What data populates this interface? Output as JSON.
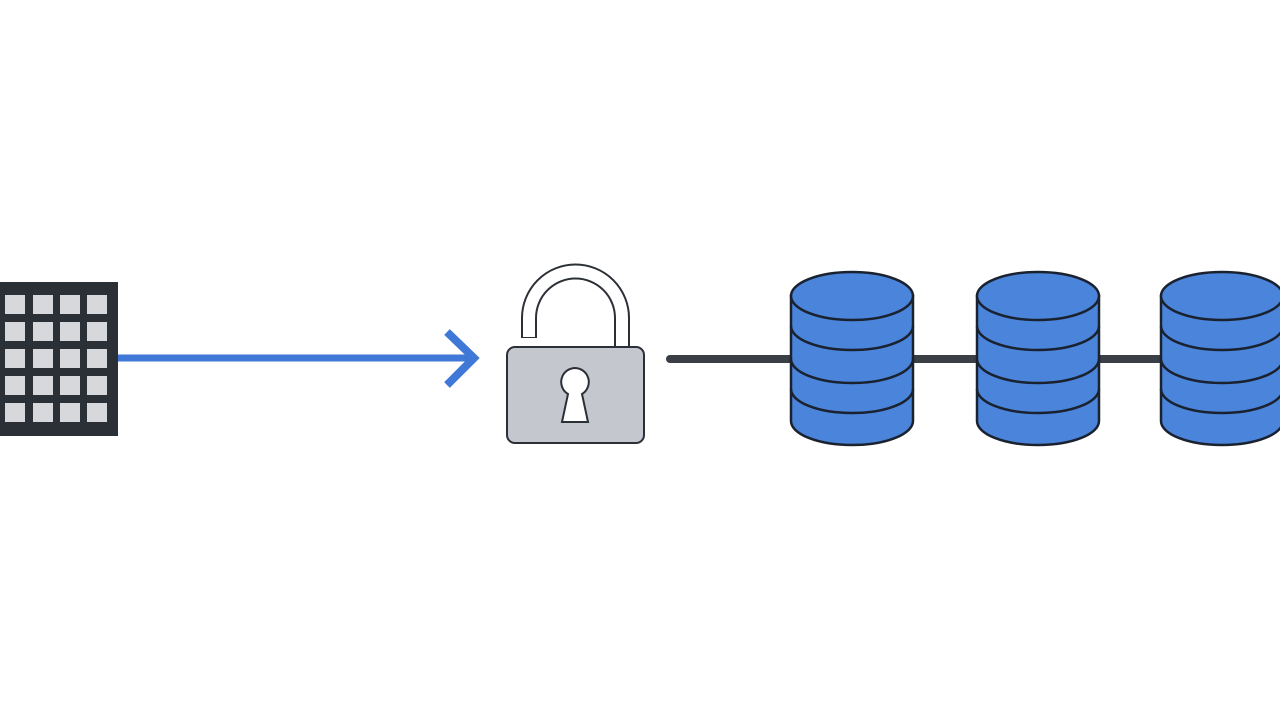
{
  "diagram": {
    "nodes": [
      {
        "id": "building",
        "icon": "building-icon"
      },
      {
        "id": "lock",
        "icon": "open-padlock-icon"
      },
      {
        "id": "db1",
        "icon": "database-icon"
      },
      {
        "id": "db2",
        "icon": "database-icon"
      },
      {
        "id": "db3",
        "icon": "database-icon"
      }
    ],
    "edges": [
      {
        "from": "building",
        "to": "lock",
        "style": "arrow"
      },
      {
        "from": "lock",
        "to": "db1",
        "style": "line"
      },
      {
        "from": "db1",
        "to": "db2",
        "style": "line"
      },
      {
        "from": "db2",
        "to": "db3",
        "style": "line"
      }
    ]
  },
  "colors": {
    "building": "#2b2f36",
    "window": "#d6d8dc",
    "arrow": "#3f78d6",
    "lock_body": "#c4c8ce",
    "connector": "#3a3e45",
    "database": "#4a84db",
    "outline": "#1a2230"
  }
}
